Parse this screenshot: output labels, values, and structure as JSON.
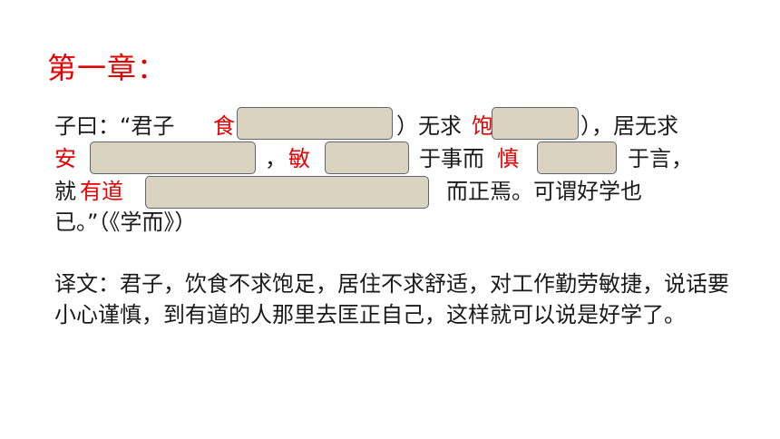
{
  "title": "第一章：",
  "quote": {
    "l1_a": "子曰：“君子",
    "l1_red": "食",
    "l1_b": "）无求",
    "l1_red2": "饱",
    "l1_c": "），居无求",
    "l2_red": "安",
    "l2_a": "，",
    "l2_red2": "敏",
    "l2_b": "于事而",
    "l2_red3": "慎",
    "l2_c": "于言，",
    "l3_a": "就",
    "l3_red": "有道",
    "l3_b": "而正焉。可谓好学也",
    "l4": "已。”（《学而》）"
  },
  "translation": "译文：君子，饮食不求饱足，居住不求舒适，对工作勤劳敏捷，说话要小心谨慎，到有道的人那里去匡正自己，这样就可以说是好学了。"
}
